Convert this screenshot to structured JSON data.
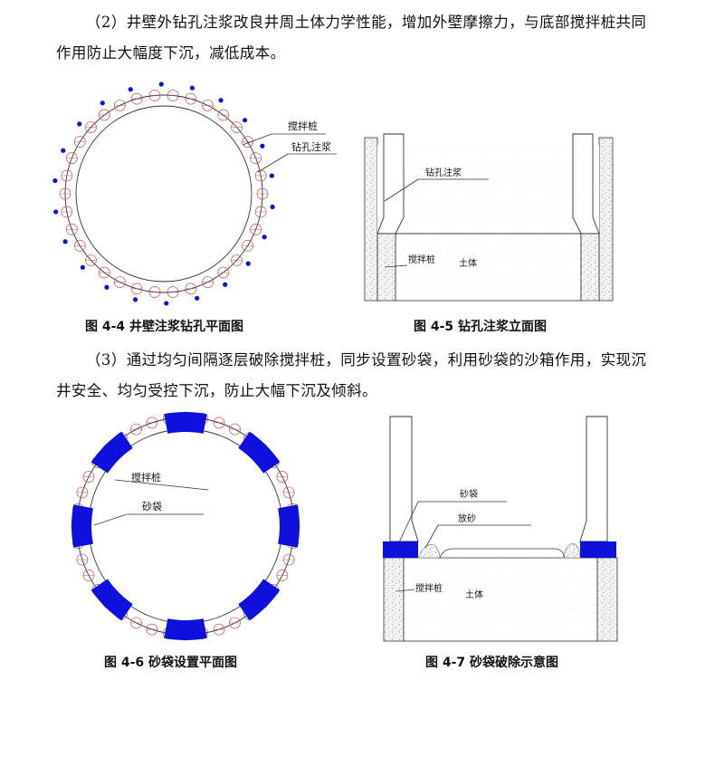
{
  "paragraph1": "（2）井壁外钻孔注浆改良井周土体力学性能，增加外壁摩擦力，与底部搅拌桩共同作用防止大幅度下沉，减低成本。",
  "paragraph2": "（3）通过均匀间隔逐层破除搅拌桩，同步设置砂袋，利用砂袋的沙箱作用，实现沉井安全、均匀受控下沉，防止大幅下沉及倾斜。",
  "fig44": {
    "caption": "图 4-4  井壁注浆钻孔平面图",
    "label_pile": "搅拌桩",
    "label_grout": "钻孔注浆"
  },
  "fig45": {
    "caption": "图 4-5 钻孔注浆立面图",
    "label_grout": "钻孔注浆",
    "label_pile": "搅拌桩",
    "label_soil": "土体"
  },
  "fig46": {
    "caption": "图 4-6 砂袋设置平面图",
    "label_pile": "搅拌桩",
    "label_sandbag": "砂袋"
  },
  "fig47": {
    "caption": "图 4-7 砂袋破除示意图",
    "label_sandbag": "砂袋",
    "label_sand": "放砂",
    "label_pile": "搅拌桩",
    "label_soil": "土体"
  },
  "colors": {
    "blue": "#1010dd",
    "pile_red": "#c05050",
    "line": "#333333"
  }
}
